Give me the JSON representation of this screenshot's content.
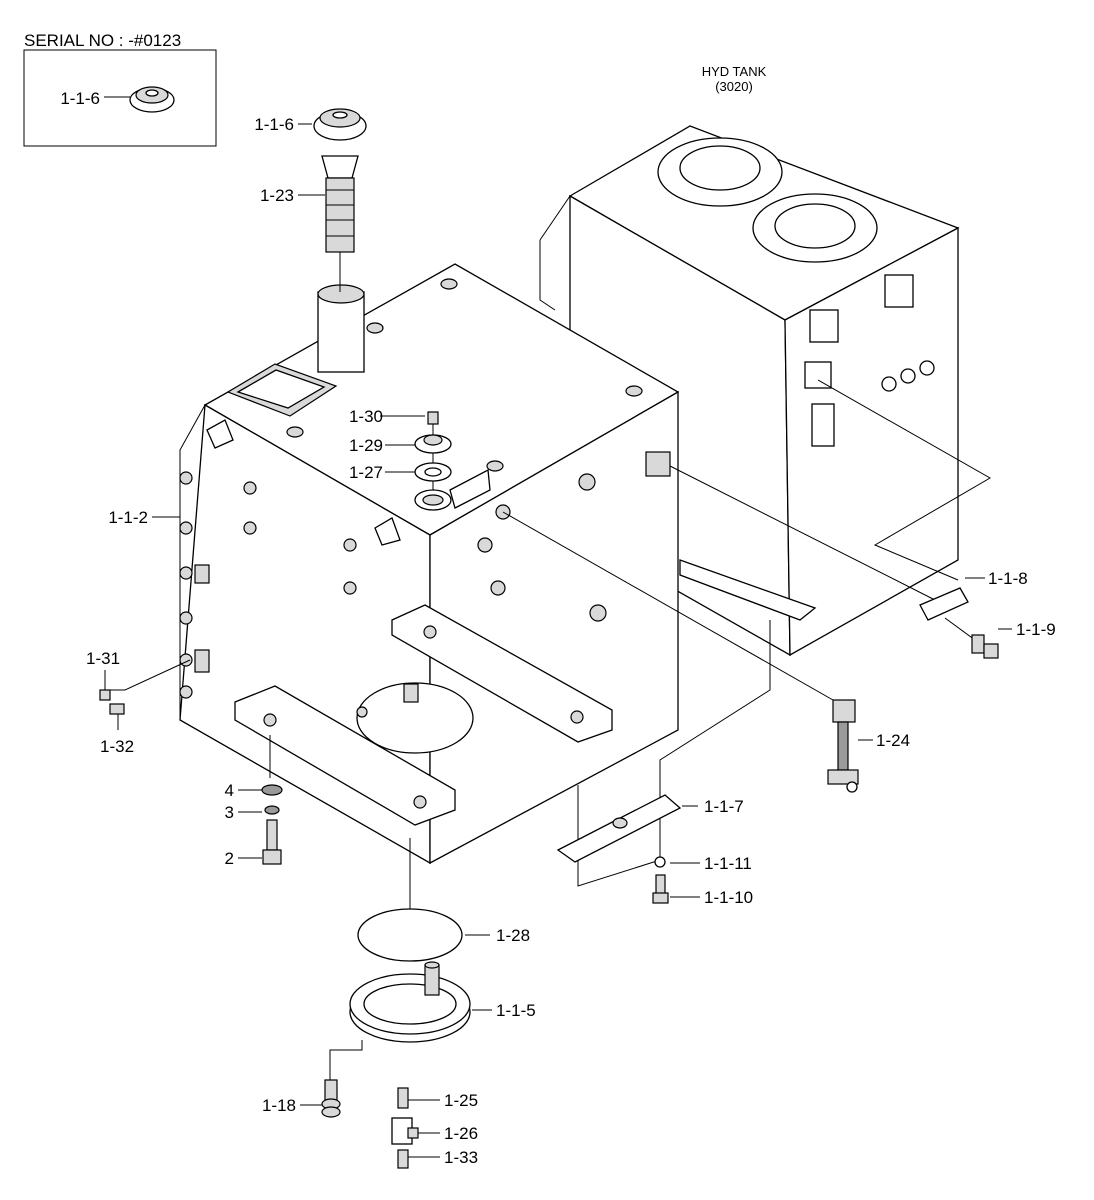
{
  "serial": {
    "text": "SERIAL NO : -#0123"
  },
  "hyd_tank": {
    "line1": "HYD TANK",
    "line2": "(3020)"
  },
  "labels": {
    "inset_cap": "1-1-6",
    "cap": "1-1-6",
    "strainer": "1-23",
    "bolt_1_30": "1-30",
    "plate_1_29": "1-29",
    "gasket_1_27": "1-27",
    "tank_1_1_2": "1-1-2",
    "bracket_1_1_8": "1-1-8",
    "bolt_1_1_9": "1-1-9",
    "p1_31": "1-31",
    "p1_32": "1-32",
    "gauge_1_24": "1-24",
    "washer_4": "4",
    "washer_3": "3",
    "bolt_2": "2",
    "bracket_1_1_7": "1-1-7",
    "washer_1_1_11": "1-1-11",
    "bolt_1_1_10": "1-1-10",
    "gasket_1_28": "1-28",
    "cover_1_1_5": "1-1-5",
    "bolt_1_18": "1-18",
    "plug_1_25": "1-25",
    "cock_1_26": "1-26",
    "plug_1_33": "1-33"
  }
}
